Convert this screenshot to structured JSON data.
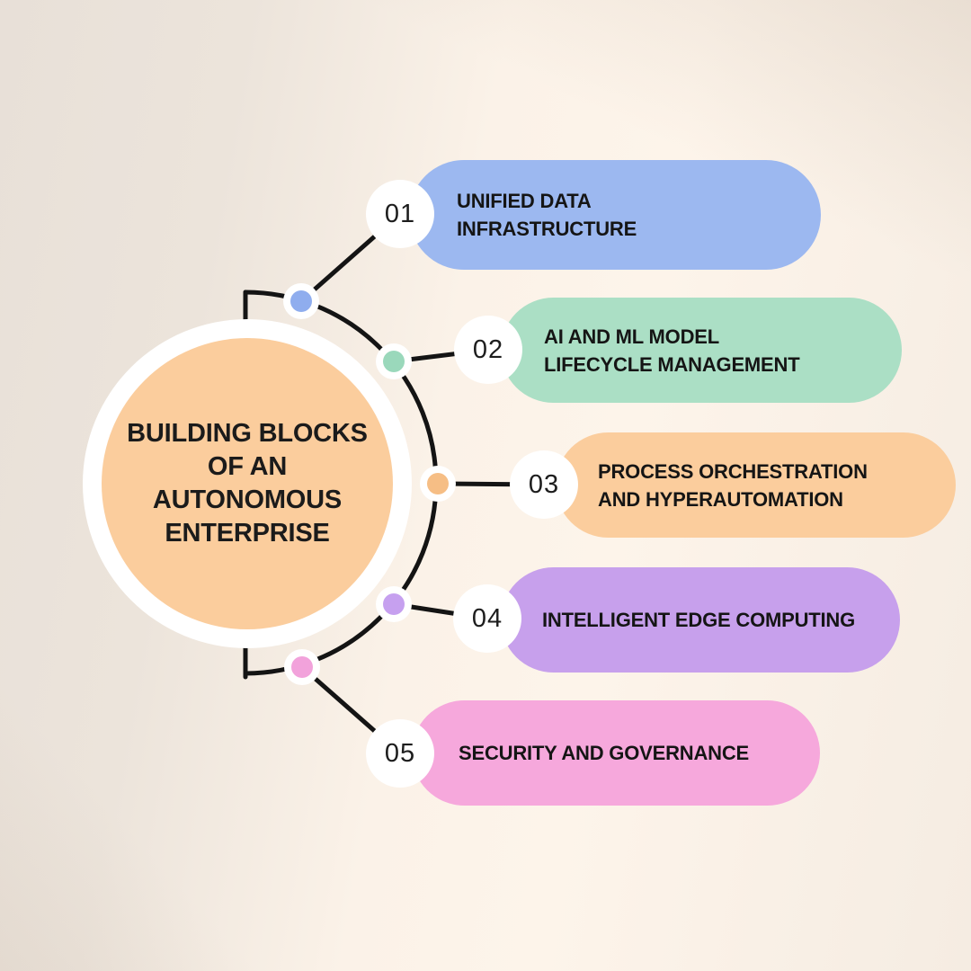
{
  "title": {
    "text": "BUILDING BLOCKS OF AN AUTONOMOUS ENTERPRISE",
    "lines": [
      "BUILDING BLOCKS",
      "OF AN",
      "AUTONOMOUS",
      "ENTERPRISE"
    ]
  },
  "center": {
    "fill": "#FBCD9D",
    "ring": "#FFFFFF"
  },
  "connector": {
    "line_color": "#141414",
    "dot_ring": "#FFFFFF"
  },
  "items": [
    {
      "number": "01",
      "label": "UNIFIED DATA INFRASTRUCTURE",
      "lines": [
        "UNIFIED DATA",
        "INFRASTRUCTURE"
      ],
      "pill_color": "#9CB8F0",
      "dot_color": "#8FADEE"
    },
    {
      "number": "02",
      "label": "AI AND ML MODEL LIFECYCLE MANAGEMENT",
      "lines": [
        "AI AND ML MODEL",
        "LIFECYCLE MANAGEMENT"
      ],
      "pill_color": "#ABDFC5",
      "dot_color": "#9AD8BB"
    },
    {
      "number": "03",
      "label": "PROCESS ORCHESTRATION AND HYPERAUTOMATION",
      "lines": [
        "PROCESS ORCHESTRATION",
        "AND HYPERAUTOMATION"
      ],
      "pill_color": "#FBCD9D",
      "dot_color": "#F6BE85"
    },
    {
      "number": "04",
      "label": "INTELLIGENT EDGE COMPUTING",
      "lines": [
        "INTELLIGENT EDGE COMPUTING"
      ],
      "pill_color": "#C7A0EC",
      "dot_color": "#C6A0EF"
    },
    {
      "number": "05",
      "label": "SECURITY AND GOVERNANCE",
      "lines": [
        "SECURITY AND GOVERNANCE"
      ],
      "pill_color": "#F6A8DC",
      "dot_color": "#F2A2DB"
    }
  ]
}
